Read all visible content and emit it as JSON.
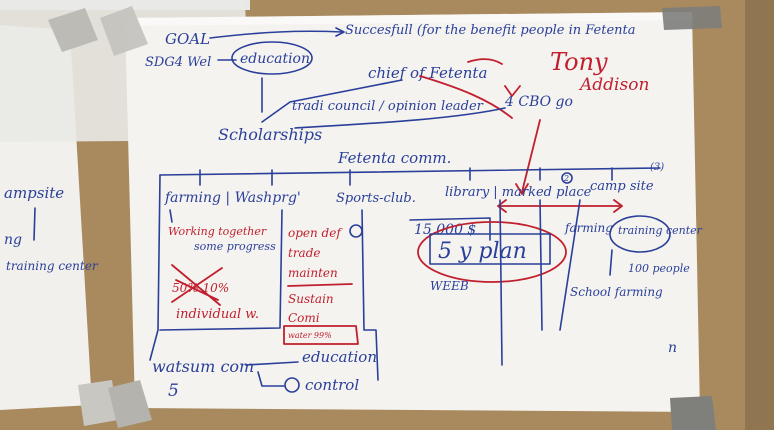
{
  "colors": {
    "board": "#a98a5e",
    "paper": "#f4f3ef",
    "tape": "#b9b8b3",
    "ink_blue": "#2a3f9a",
    "ink_red": "#c21f2e"
  },
  "main_sheet": {
    "top": {
      "goal": "GOAL",
      "sdg": "SDG4 Wel",
      "education": "education",
      "successful": "Succesfull (for the benefit people in Fetenta",
      "chief": "chief of Fetenta",
      "tony": "Tony",
      "addison": "Addison",
      "traditional": "tradi council / opinion leader",
      "cbo": "4 CBO go",
      "scholarships": "Scholarships",
      "community": "Fetenta comm."
    },
    "columns": {
      "farming": "farming | Washprg'",
      "sports": "Sports-club.",
      "library": "library | marked place",
      "campsite": "camp site",
      "num2": "2",
      "num3": "(3)"
    },
    "left_block": {
      "working_together": "Working together",
      "some_progress": "some progress",
      "percent": "50%  10%",
      "individual": "individual w."
    },
    "red_list": {
      "item1": "open def",
      "item2": "trade",
      "item3": "mainten",
      "item4": "Sustain",
      "item5": "Comi",
      "item6": "water 99%"
    },
    "plan": {
      "cost": "15.000 $",
      "plan_text": "5 y plan",
      "who": "WEEB"
    },
    "right": {
      "farming": "farming",
      "training_center": "training center",
      "people": "100 people",
      "school_farming": "School farming"
    },
    "bottom": {
      "watsum": "watsum com",
      "education": "education",
      "five": "5",
      "control": "control"
    },
    "page_marker": "n"
  },
  "left_sheet": {
    "campsite": "ampsite",
    "ng": "ng",
    "training_center": "training center"
  }
}
